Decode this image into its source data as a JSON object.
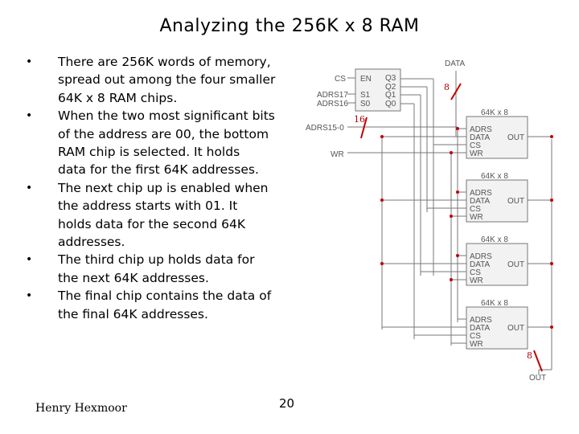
{
  "slide": {
    "title": "Analyzing the 256K x 8 RAM",
    "bullets": [
      [
        "There are 256K words of memory,",
        "spread out among the four smaller",
        "64K x 8 RAM chips."
      ],
      [
        "When the two most significant bits",
        "of the address are 00, the bottom",
        "RAM chip is selected. It holds",
        "data for the first 64K addresses."
      ],
      [
        "The next chip up is enabled when",
        "the address starts with 01. It",
        "holds data for the second 64K",
        "addresses."
      ],
      [
        "The third chip up holds data for",
        "the next 64K addresses."
      ],
      [
        "The final chip contains the data of",
        "the final 64K addresses."
      ]
    ],
    "author": "Henry Hexmoor",
    "page_number": "20"
  },
  "diagram": {
    "decoder": {
      "inputs": [
        "CS",
        "ADRS17",
        "ADRS16"
      ],
      "left_pins": [
        "EN",
        "S1",
        "S0"
      ],
      "right_pins": [
        "Q3",
        "Q2",
        "Q1",
        "Q0"
      ]
    },
    "data_label": "DATA",
    "data_width": "8",
    "adrs_label": "ADRS15-0",
    "adrs_width": "16",
    "wr_label": "WR",
    "chip": {
      "title": "64K x 8",
      "pins": [
        "ADRS",
        "DATA",
        "CS",
        "WR"
      ],
      "out": "OUT"
    },
    "out_width": "8",
    "out_label": "OUT"
  }
}
